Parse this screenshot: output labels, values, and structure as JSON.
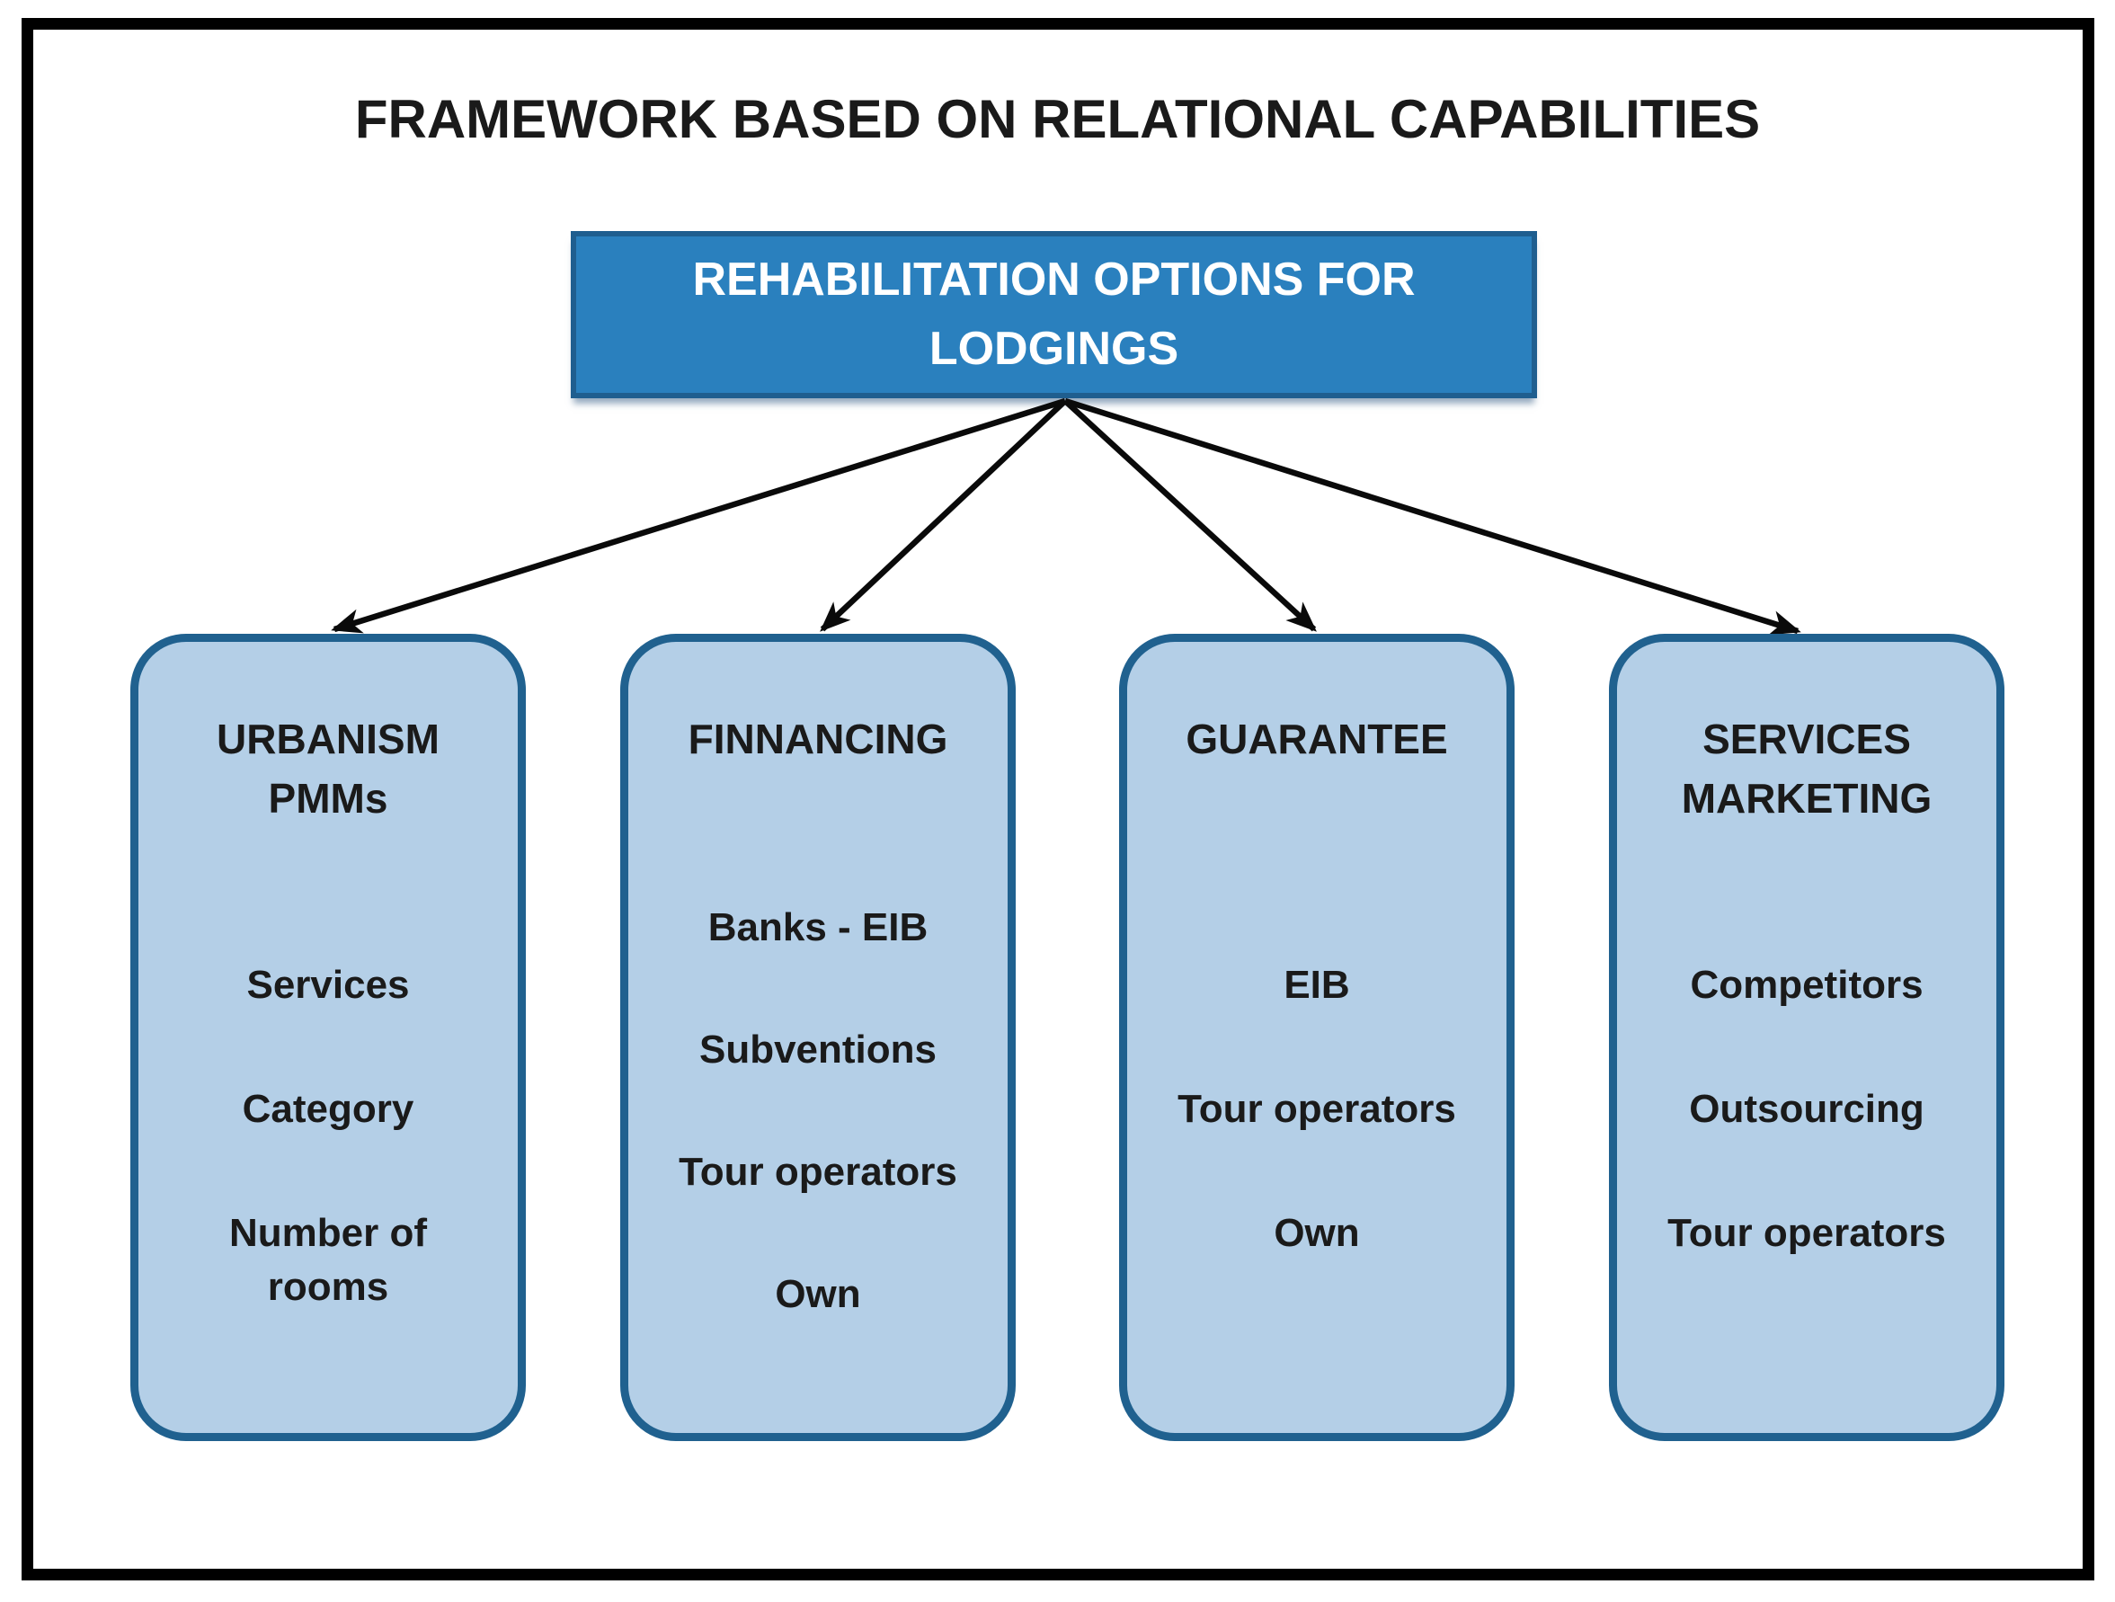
{
  "title": "FRAMEWORK BASED ON RELATIONAL CAPABILITIES",
  "root": {
    "label": "REHABILITATION OPTIONS FOR\nLODGINGS"
  },
  "columns": [
    {
      "heading": "URBANISM\nPMMs",
      "items": [
        "Services",
        "Category",
        "Number of\nrooms"
      ]
    },
    {
      "heading": "FINNANCING",
      "items": [
        "Banks - EIB",
        "Subventions",
        "Tour operators",
        "Own"
      ]
    },
    {
      "heading": "GUARANTEE",
      "items": [
        "EIB",
        "Tour operators",
        "Own"
      ]
    },
    {
      "heading": "SERVICES\nMARKETING",
      "items": [
        "Competitors",
        "Outsourcing",
        "Tour operators"
      ]
    }
  ],
  "colors": {
    "frame": "#000000",
    "header-fill": "#2a80be",
    "header-border": "#1f5e8f",
    "box-fill": "#b4cfe7",
    "box-border": "#20618f",
    "text": "#1a1a1a",
    "arrow": "#0a0a0a"
  }
}
